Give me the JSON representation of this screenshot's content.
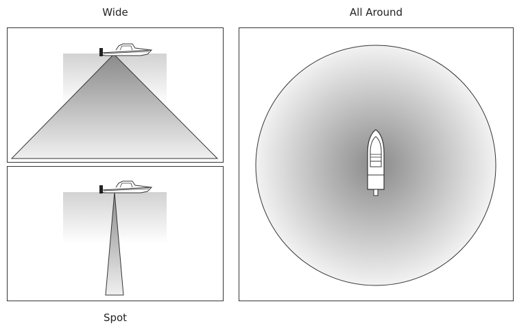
{
  "labels": {
    "wide": "Wide",
    "all_around": "All Around",
    "spot": "Spot"
  },
  "colors": {
    "line": "#333333",
    "beam_dark": "#8a8a8a",
    "beam_light": "#ededed",
    "water_top": "#d2d2d2",
    "water_bottom": "#ffffff"
  }
}
